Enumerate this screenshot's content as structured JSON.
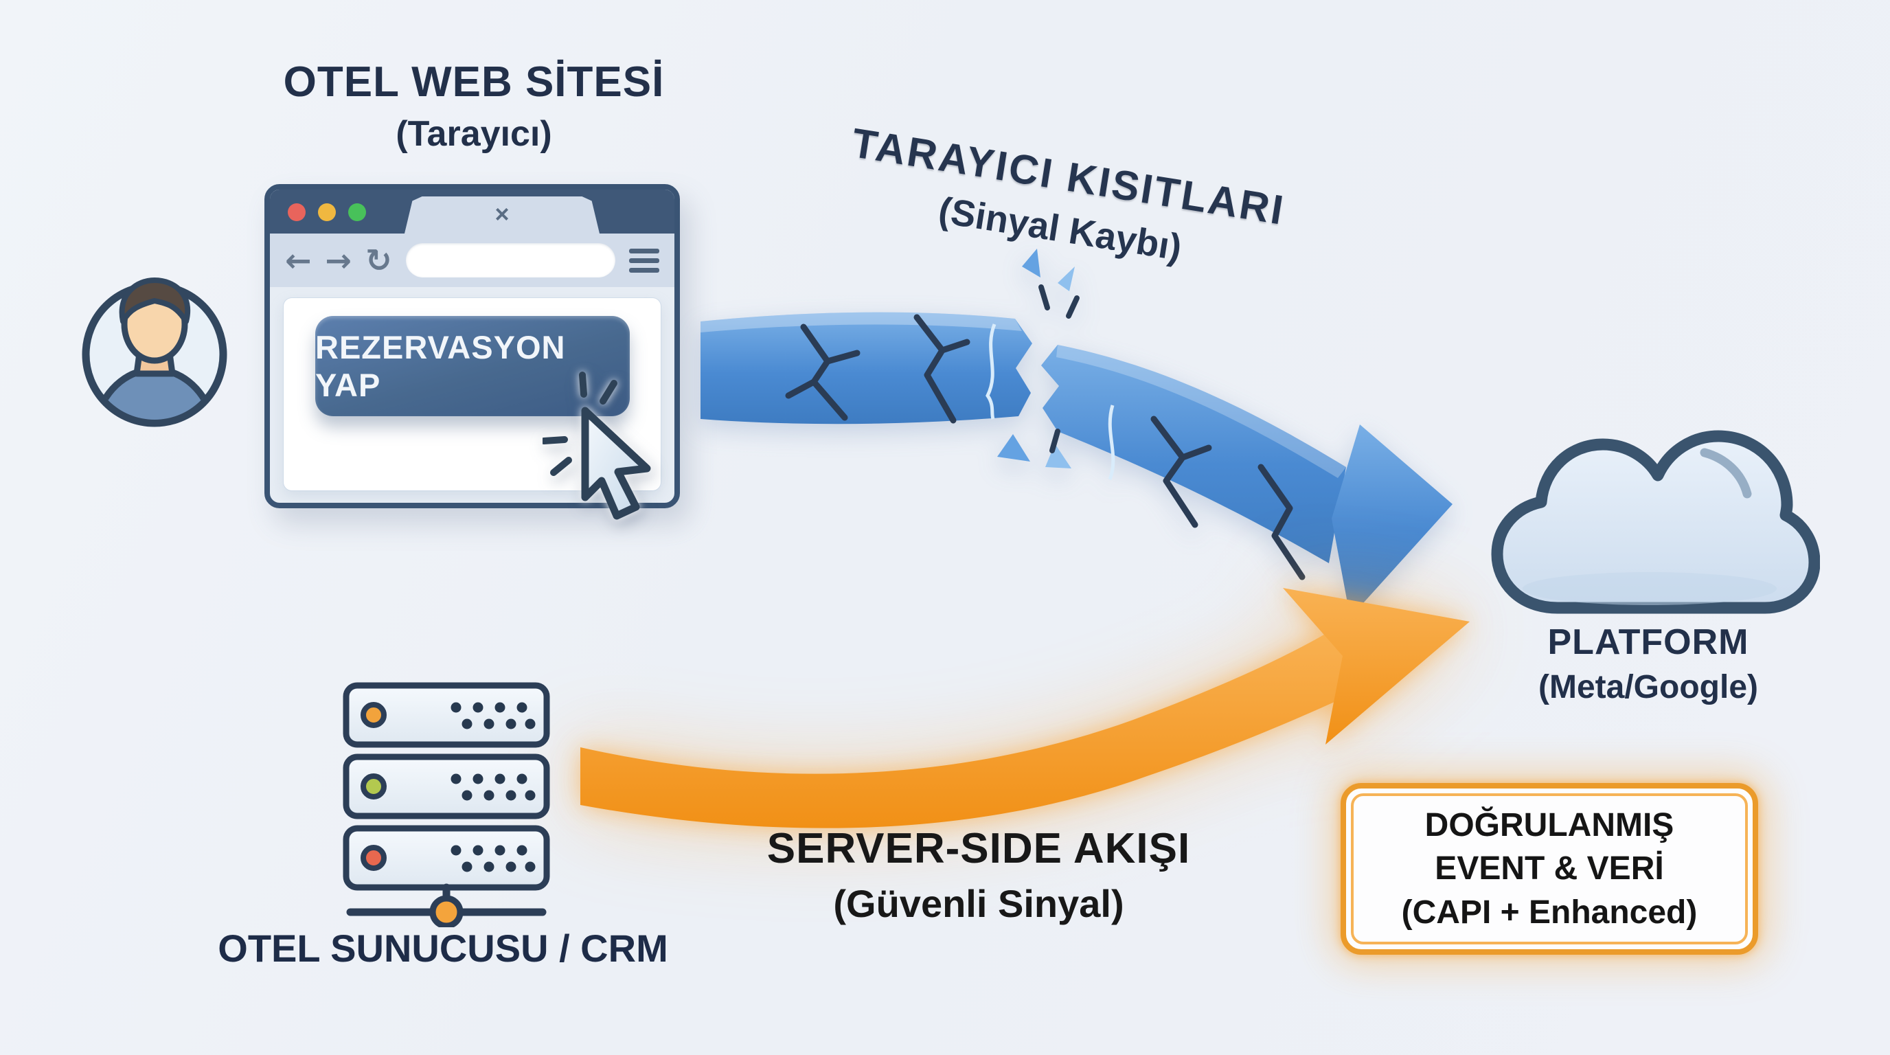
{
  "colors": {
    "background": "#eef1f7",
    "navy_text": "#22304a",
    "dark_text": "#1a1a1a",
    "browser_frame": "#3d5674",
    "toolbar_bg": "#d2dcea",
    "button_blue": "#48698f",
    "traffic_red": "#e8645c",
    "traffic_yellow": "#f0b840",
    "traffic_green": "#48c15a",
    "broken_arrow_blue": "#4a8ad2",
    "secure_arrow_orange": "#f6941c",
    "box_border_orange": "#eb9b2b",
    "cloud_fill": "#dce8f5",
    "led_orange": "#f2a33c",
    "led_green": "#b3c94f",
    "led_red": "#e8684f"
  },
  "user": {
    "icon": "user-avatar"
  },
  "website": {
    "title": "OTEL WEB SİTESİ",
    "subtitle": "(Tarayıcı)",
    "browser": {
      "tab_close_glyph": "×",
      "back_glyph": "←",
      "forward_glyph": "→",
      "refresh_glyph": "↻",
      "url_value": "",
      "cta_button_label": "REZERVASYON YAP"
    }
  },
  "signal_loss": {
    "title": "TARAYICI KISITLARI",
    "subtitle": "(Sinyal Kaybı)"
  },
  "platform": {
    "title": "PLATFORM",
    "subtitle": "(Meta/Google)",
    "icon": "cloud"
  },
  "server": {
    "label": "OTEL SUNUCUSU / CRM",
    "icon": "server-stack"
  },
  "server_flow": {
    "title": "SERVER-SIDE AKIŞI",
    "subtitle": "(Güvenli Sinyal)"
  },
  "verified_box": {
    "line1": "DOĞRULANMIŞ",
    "line2": "EVENT & VERİ",
    "line3": "(CAPI + Enhanced)"
  }
}
